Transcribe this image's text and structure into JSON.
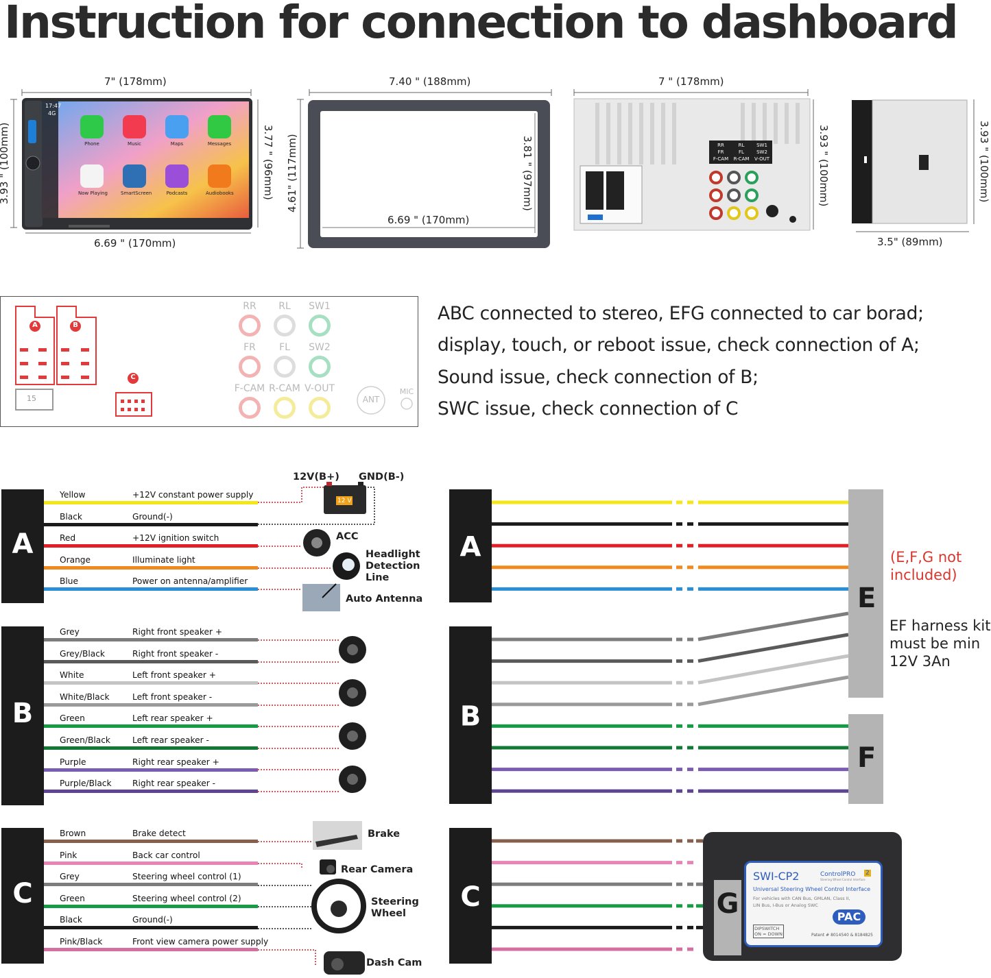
{
  "title": "Instruction for connection to dashboard",
  "dimensions": {
    "d1_top": "7\" (178mm)",
    "d1_left": "3.93 \" (100mm)",
    "d1_right": "3.77 \" (96mm)",
    "d1_bottom": "6.69 \" (170mm)",
    "d2_top": "7.40 \" (188mm)",
    "d2_left": "4.61\" (117mm)",
    "d2_inner_v": "3.81 \" (97mm)",
    "d2_inner_h": "6.69 \" (170mm)",
    "d3_top": "7 \" (178mm)",
    "d3_right": "3.93 \" (100mm)",
    "d4_right": "3.93 \" (100mm)",
    "d4_bottom": "3.5\" (89mm)"
  },
  "screen_apps": [
    {
      "label": "Phone",
      "color": "#2fc94a"
    },
    {
      "label": "Music",
      "color": "#f23b4f"
    },
    {
      "label": "Maps",
      "color": "#4aa0f0"
    },
    {
      "label": "Messages",
      "color": "#31c843"
    },
    {
      "label": "Now Playing",
      "color": "#f4f4f4"
    },
    {
      "label": "SmartScreen",
      "color": "#2f6fb3"
    },
    {
      "label": "Podcasts",
      "color": "#9b4fd8"
    },
    {
      "label": "Audiobooks",
      "color": "#f07a1c"
    }
  ],
  "screen_time": "17:47",
  "screen_net": "4G",
  "rear_panel_labels": [
    [
      "RR",
      "RL",
      "SW1"
    ],
    [
      "FR",
      "FL",
      "SW2"
    ],
    [
      "F-CAM",
      "R-CAM",
      "V-OUT"
    ]
  ],
  "port_panel": {
    "connA": "A",
    "connB": "B",
    "connC": "C",
    "fuse": "15",
    "rows": [
      [
        {
          "label": "RR",
          "color": "#f4b3b3"
        },
        {
          "label": "RL",
          "color": "#dddddd"
        },
        {
          "label": "SW1",
          "color": "#a6dfc2"
        }
      ],
      [
        {
          "label": "FR",
          "color": "#f4b3b3"
        },
        {
          "label": "FL",
          "color": "#dddddd"
        },
        {
          "label": "SW2",
          "color": "#a6dfc2"
        }
      ],
      [
        {
          "label": "F-CAM",
          "color": "#f4b3b3"
        },
        {
          "label": "R-CAM",
          "color": "#f4ec9a"
        },
        {
          "label": "V-OUT",
          "color": "#f4ec9a"
        }
      ]
    ],
    "ant": "ANT",
    "mic": "MIC"
  },
  "notes": [
    "ABC connected to stereo, EFG connected to car borad;",
    "display, touch, or reboot issue, check connection of A;",
    "Sound issue, check connection of B;",
    "SWC issue, check connection of C"
  ],
  "left_groups": [
    {
      "letter": "A",
      "wires": [
        {
          "color_name": "Yellow",
          "function": "+12V constant power supply",
          "hex": "#f5e61a"
        },
        {
          "color_name": "Black",
          "function": "Ground(-)",
          "hex": "#1b1b1b"
        },
        {
          "color_name": "Red",
          "function": "+12V ignition switch",
          "hex": "#e21f26"
        },
        {
          "color_name": "Orange",
          "function": "Illuminate light",
          "hex": "#ee8a1f"
        },
        {
          "color_name": "Blue",
          "function": "Power on antenna/amplifier",
          "hex": "#2b8fd8"
        }
      ]
    },
    {
      "letter": "B",
      "wires": [
        {
          "color_name": "Grey",
          "function": "Right front speaker +",
          "hex": "#7d7d7d"
        },
        {
          "color_name": "Grey/Black",
          "function": "Right front speaker -",
          "hex": "#5a5a5a"
        },
        {
          "color_name": "White",
          "function": "Left front speaker +",
          "hex": "#c4c4c4"
        },
        {
          "color_name": "White/Black",
          "function": "Left front speaker -",
          "hex": "#9a9a9a"
        },
        {
          "color_name": "Green",
          "function": "Left rear speaker +",
          "hex": "#189b45"
        },
        {
          "color_name": "Green/Black",
          "function": "Left rear speaker -",
          "hex": "#127a35"
        },
        {
          "color_name": "Purple",
          "function": "Right rear speaker +",
          "hex": "#7a5cb0"
        },
        {
          "color_name": "Purple/Black",
          "function": "Right rear speaker -",
          "hex": "#5d4590"
        }
      ]
    },
    {
      "letter": "C",
      "wires": [
        {
          "color_name": "Brown",
          "function": "Brake detect",
          "hex": "#86604c"
        },
        {
          "color_name": "Pink",
          "function": "Back car control",
          "hex": "#e985b6"
        },
        {
          "color_name": "Grey",
          "function": "Steering wheel control (1)",
          "hex": "#7d7d7d"
        },
        {
          "color_name": "Green",
          "function": "Steering wheel control (2)",
          "hex": "#189b45"
        },
        {
          "color_name": "Black",
          "function": "Ground(-)",
          "hex": "#1b1b1b"
        },
        {
          "color_name": "Pink/Black",
          "function": "Front view camera power supply",
          "hex": "#d470a0"
        }
      ]
    }
  ],
  "devices": {
    "battery_plus": "12V(B+)",
    "battery_minus": "GND(B-)",
    "battery_label": "12 V",
    "acc": "ACC",
    "headlight": [
      "Headlight",
      "Detection",
      "Line"
    ],
    "antenna": "Auto Antenna",
    "brake": "Brake",
    "rear_camera": "Rear Camera",
    "steering": [
      "Steering",
      "Wheel"
    ],
    "dash_cam": "Dash Cam"
  },
  "right_side": {
    "left_letters": [
      "A",
      "B",
      "C"
    ],
    "box_letters": [
      "E",
      "F",
      "G"
    ],
    "not_included": [
      "(E,F,G not",
      "included)"
    ],
    "ef_note": [
      "EF harness kit",
      "must be min",
      "12V 3An"
    ]
  },
  "module": {
    "name": "SWI-CP2",
    "brand": "ControlPRO",
    "brand_num": "2",
    "tagline": "Steering Wheel Control Interface",
    "subtitle": "Universal Steering Wheel Control Interface",
    "desc1": "For vehicles with CAN Bus, GMLAN, Class II,",
    "desc2": "LIN Bus, I-Bus or Analog SWC",
    "logo": "PAC",
    "dip": "DIPSWITCH",
    "dip2": "ON = DOWN",
    "patent": "Patent # 8014540 & 8184825"
  }
}
